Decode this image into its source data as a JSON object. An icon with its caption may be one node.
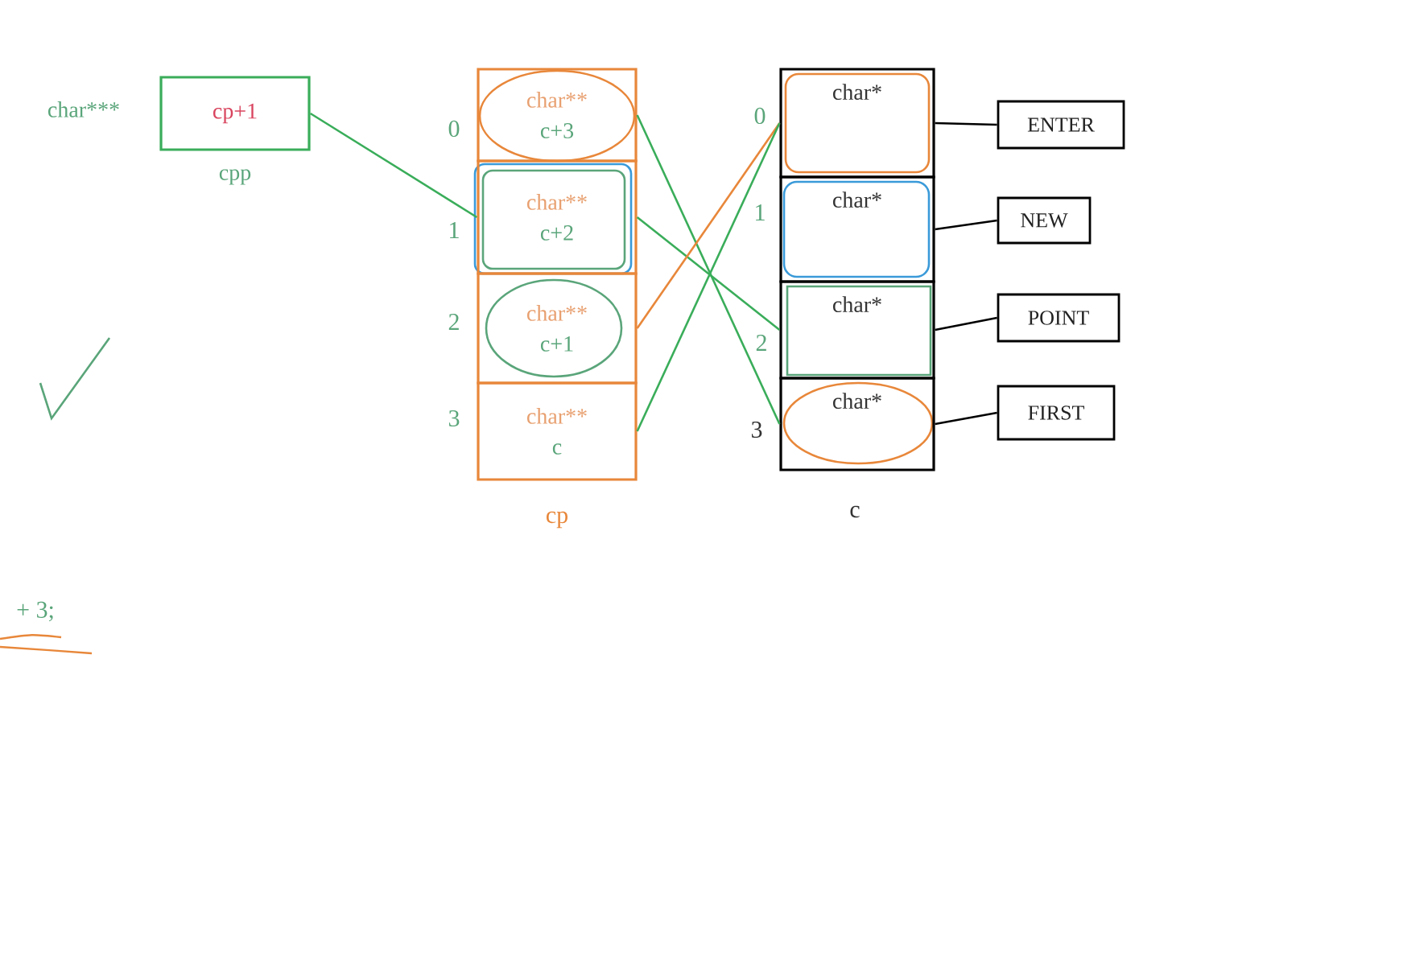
{
  "diagram": {
    "nodes": [
      {
        "text": [
          "cp+1"
        ],
        "beside": [
          "char***",
          "cpp"
        ]
      },
      {
        "text": [
          "char**",
          "c+3"
        ]
      },
      {
        "text": [
          "char**",
          "c+2"
        ]
      },
      {
        "text": [
          "char**",
          "c+1"
        ]
      },
      {
        "text": [
          "char**",
          "c"
        ]
      },
      {
        "text": [
          "char*"
        ]
      },
      {
        "text": [
          "char*"
        ]
      },
      {
        "text": [
          "char*"
        ]
      },
      {
        "text": [
          "char*"
        ]
      },
      {
        "text": [
          "ENTER"
        ]
      },
      {
        "text": [
          "NEW"
        ]
      },
      {
        "text": [
          "POINT"
        ]
      },
      {
        "text": [
          "FIRST"
        ]
      }
    ],
    "edges": [
      {
        "from": 0,
        "to": 2,
        "arrow": "none",
        "color": "#3aad5a"
      },
      {
        "from": 1,
        "to": 8,
        "arrow": "none",
        "color": "#3aad5a"
      },
      {
        "from": 2,
        "to": 7,
        "arrow": "none",
        "color": "#3aad5a"
      },
      {
        "from": 3,
        "to": 5,
        "arrow": "none",
        "color": "#e8873a"
      },
      {
        "from": 4,
        "to": 5,
        "arrow": "none",
        "color": "#3aad5a"
      },
      {
        "from": 5,
        "to": 9,
        "arrow": "none",
        "color": "#000000"
      },
      {
        "from": 6,
        "to": 10,
        "arrow": "none",
        "color": "#000000"
      },
      {
        "from": 7,
        "to": 11,
        "arrow": "none",
        "color": "#000000"
      },
      {
        "from": 8,
        "to": 12,
        "arrow": "none",
        "color": "#000000"
      }
    ],
    "labels": [
      "0",
      "1",
      "2",
      "3",
      "cp",
      "0",
      "1",
      "2",
      "3",
      "c",
      "+ 3;"
    ]
  }
}
